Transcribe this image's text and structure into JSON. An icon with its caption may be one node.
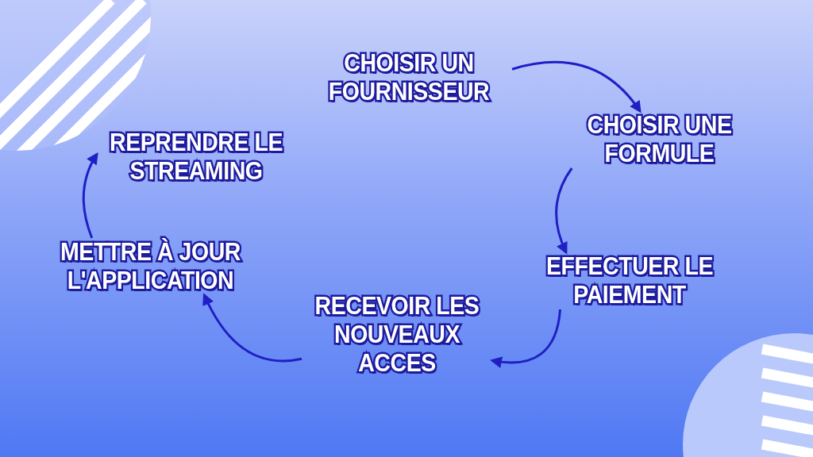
{
  "diagram": {
    "nodes": [
      {
        "text": [
          "CHOISIR UN FOURNISSEUR"
        ]
      },
      {
        "text": [
          "CHOISIR UNE FORMULE"
        ]
      },
      {
        "text": [
          "EFFECTUER LE PAIEMENT"
        ]
      },
      {
        "text": [
          "RECEVOIR LES NOUVEAUX ACCES"
        ]
      },
      {
        "text": [
          "METTRE À JOUR L'APPLICATION"
        ]
      },
      {
        "text": [
          "REPRENDRE LE STREAMING"
        ]
      }
    ],
    "edges": [
      {
        "from": 0,
        "to": 1,
        "arrow": "to"
      },
      {
        "from": 1,
        "to": 2,
        "arrow": "to"
      },
      {
        "from": 2,
        "to": 3,
        "arrow": "to"
      },
      {
        "from": 3,
        "to": 4,
        "arrow": "to"
      },
      {
        "from": 4,
        "to": 5,
        "arrow": "to"
      }
    ]
  }
}
